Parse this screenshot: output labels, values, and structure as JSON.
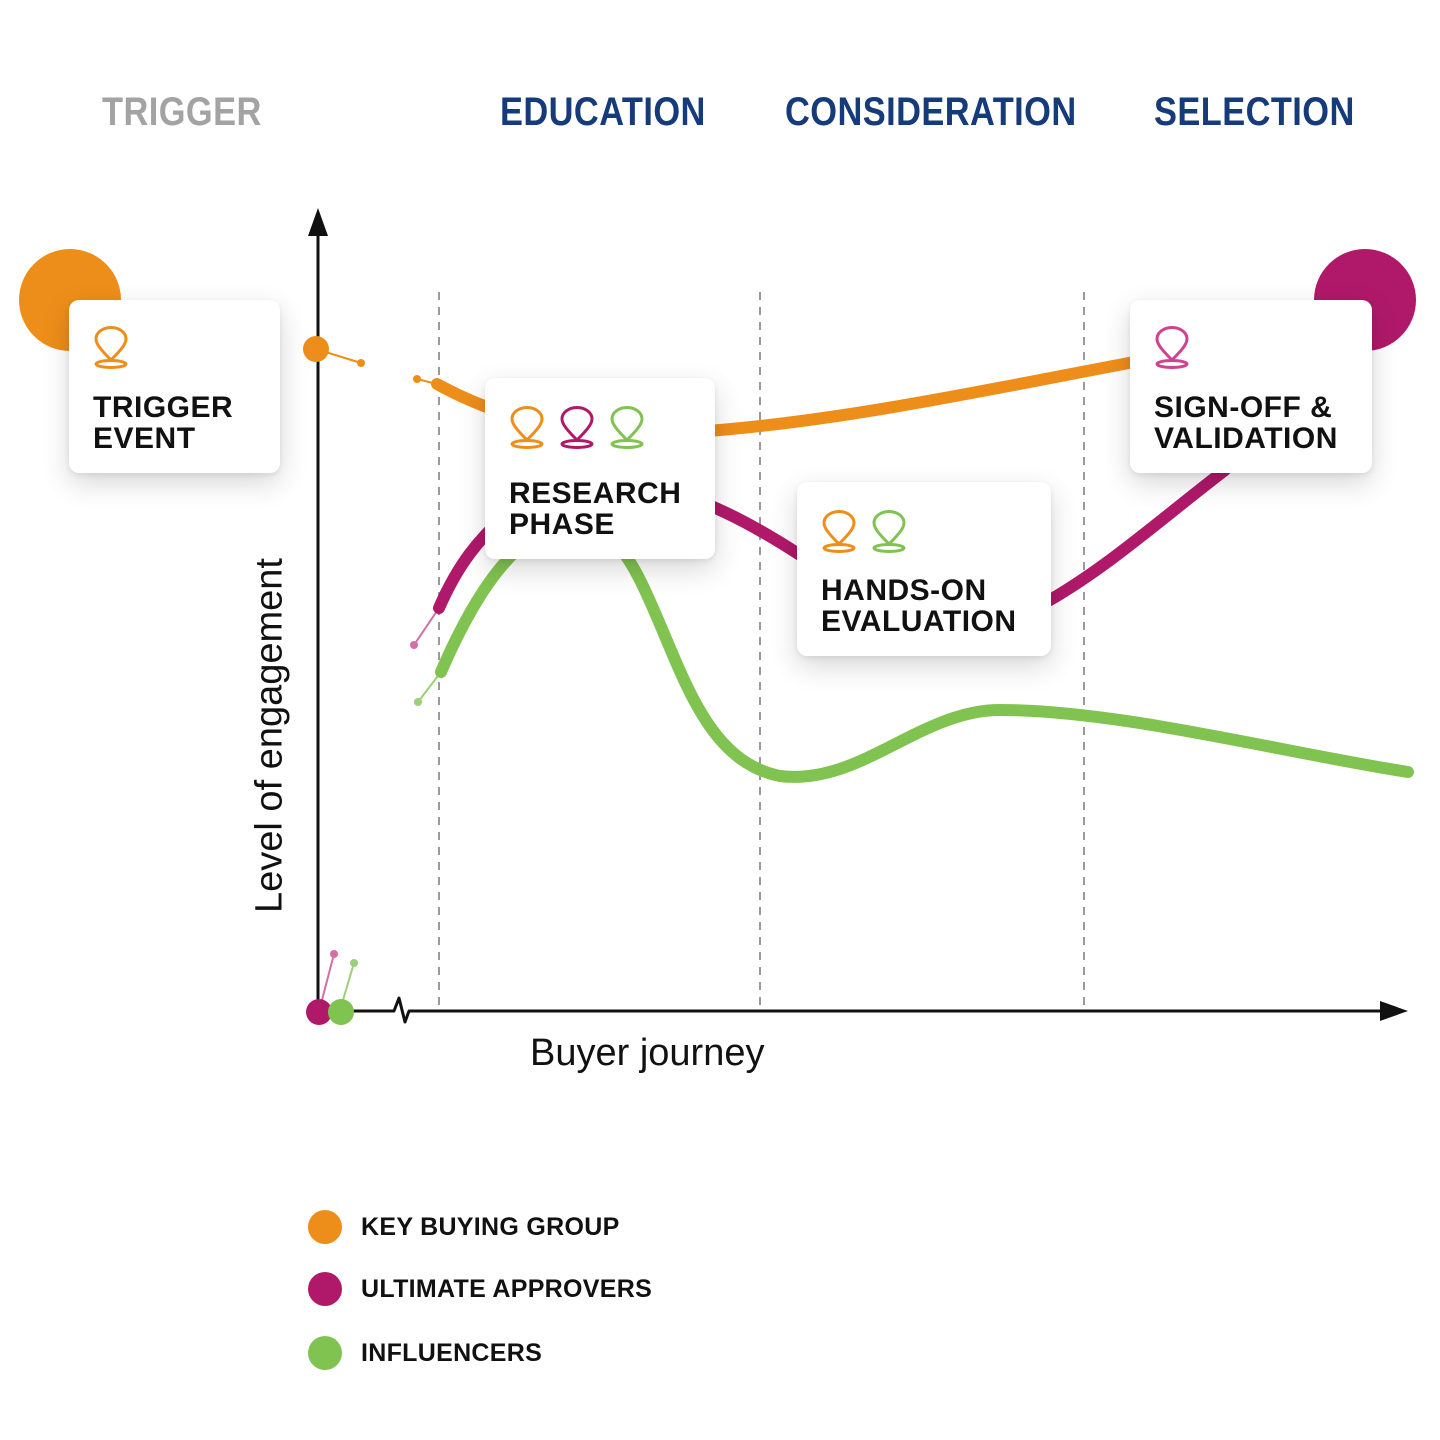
{
  "colors": {
    "key_buying_group": "#EE8E1A",
    "ultimate_approvers": "#B0196A",
    "influencers": "#80C350",
    "phase_active": "#163B7A",
    "phase_inactive": "#A3A3A3",
    "axis": "#111111",
    "divider": "#9A9A9A",
    "text": "#111111"
  },
  "phases": [
    {
      "label": "TRIGGER",
      "state": "inactive"
    },
    {
      "label": "EDUCATION",
      "state": "active"
    },
    {
      "label": "CONSIDERATION",
      "state": "active"
    },
    {
      "label": "SELECTION",
      "state": "active"
    }
  ],
  "cards": {
    "trigger": {
      "title": "TRIGGER\nEVENT",
      "pins": [
        "map-pin-icon-key-buying-group"
      ]
    },
    "research": {
      "title": "RESEARCH\nPHASE",
      "pins": [
        "map-pin-icon-key-buying-group",
        "map-pin-icon-ultimate-approvers",
        "map-pin-icon-influencers"
      ]
    },
    "evaluation": {
      "title": "HANDS-ON\nEVALUATION",
      "pins": [
        "map-pin-icon-key-buying-group",
        "map-pin-icon-influencers"
      ]
    },
    "signoff": {
      "title": "SIGN-OFF &\nVALIDATION",
      "pins": [
        "map-pin-icon-ultimate-approvers"
      ]
    }
  },
  "axes": {
    "y_label": "Level of engagement",
    "x_label": "Buyer journey"
  },
  "legend": [
    {
      "label": "KEY BUYING GROUP",
      "series": "key_buying_group"
    },
    {
      "label": "ULTIMATE APPROVERS",
      "series": "ultimate_approvers"
    },
    {
      "label": "INFLUENCERS",
      "series": "influencers"
    }
  ]
}
